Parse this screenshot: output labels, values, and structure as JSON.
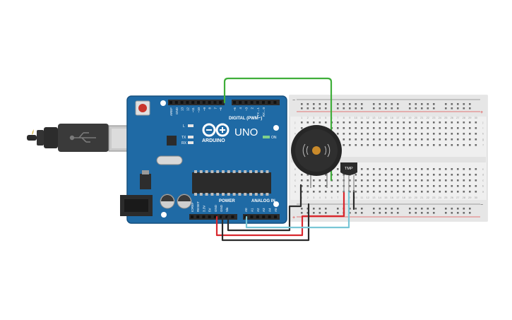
{
  "arduino": {
    "brand": "UNO",
    "logo_text": "ARDUINO",
    "digital_label": "DIGITAL (PWM~)",
    "power_label": "POWER",
    "analog_label": "ANALOG IN",
    "on_label": "ON",
    "tx_label": "TX",
    "rx_label": "RX",
    "l_label": "L",
    "digital_pins": [
      "AREF",
      "GND",
      "13",
      "12",
      "~11",
      "~10",
      "~9",
      "8",
      "7",
      "~6",
      "~5",
      "4",
      "~3",
      "2",
      "TX→1",
      "RX←0"
    ],
    "power_pins": [
      "IOREF",
      "RESET",
      "3.3V",
      "5V",
      "GND",
      "GND",
      "Vin"
    ],
    "analog_pins": [
      "A0",
      "A1",
      "A2",
      "A3",
      "A4",
      "A5"
    ]
  },
  "components": {
    "sensor_label": "TMP"
  },
  "breadboard": {
    "row_letters_top": [
      "j",
      "i",
      "h",
      "g",
      "f"
    ],
    "row_letters_bottom": [
      "e",
      "d",
      "c",
      "b",
      "a"
    ],
    "rail_minus": "−",
    "rail_plus": "+"
  },
  "colors": {
    "board_blue": "#1f6aa5",
    "wire_green": "#3fae3a",
    "wire_red": "#d8272d",
    "wire_black": "#2b2b2b",
    "wire_cyan": "#79c6d6"
  }
}
